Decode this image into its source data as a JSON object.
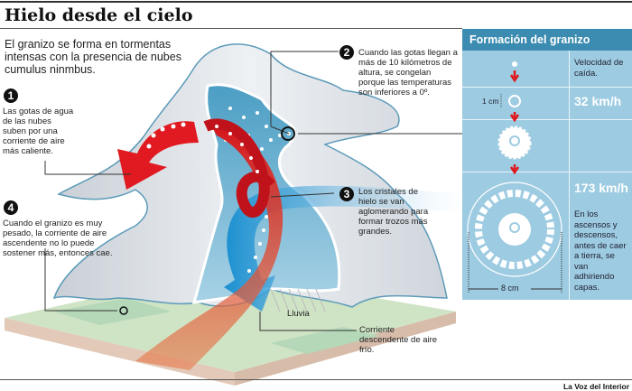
{
  "title": "Hielo desde el cielo",
  "intro": "El granizo se forma en tormentas intensas con la presencia de nubes cumulus ninmbus.",
  "steps": [
    {
      "number": "1",
      "text": "Las gotas de agua de las nubes suben por una corriente de aire más caliente."
    },
    {
      "number": "2",
      "text": "Cuando las gotas llegan a más de 10 kilómetros de altura, se congelan porque las temperaturas son inferiores a 0º."
    },
    {
      "number": "3",
      "text": "Los cristales de hielo se van aglomerando para formar trozos más grandes."
    },
    {
      "number": "4",
      "text": "Cuando el granizo es muy pesado, la corriente de aire ascendente no lo puede sostener más, entonces cae."
    }
  ],
  "labels": {
    "rain": "Lluvia",
    "downdraft": "Corriente descendente de aire frío."
  },
  "panel": {
    "title": "Formación del granizo",
    "speed_label": "Velocidad de caída.",
    "size_small": "1 cm",
    "speed_1": "32 km/h",
    "speed_2": "173 km/h",
    "layers_text": "En los ascensos y descensos, antes de caer a tierra, se van adhiriendo capas.",
    "size_large": "8 cm"
  },
  "credit": "La Voz del Interior",
  "colors": {
    "updraft": "#d7141a",
    "downdraft": "#1a8fd0",
    "panel": "#9dcbe1",
    "panel_header": "#3c8bb0"
  }
}
